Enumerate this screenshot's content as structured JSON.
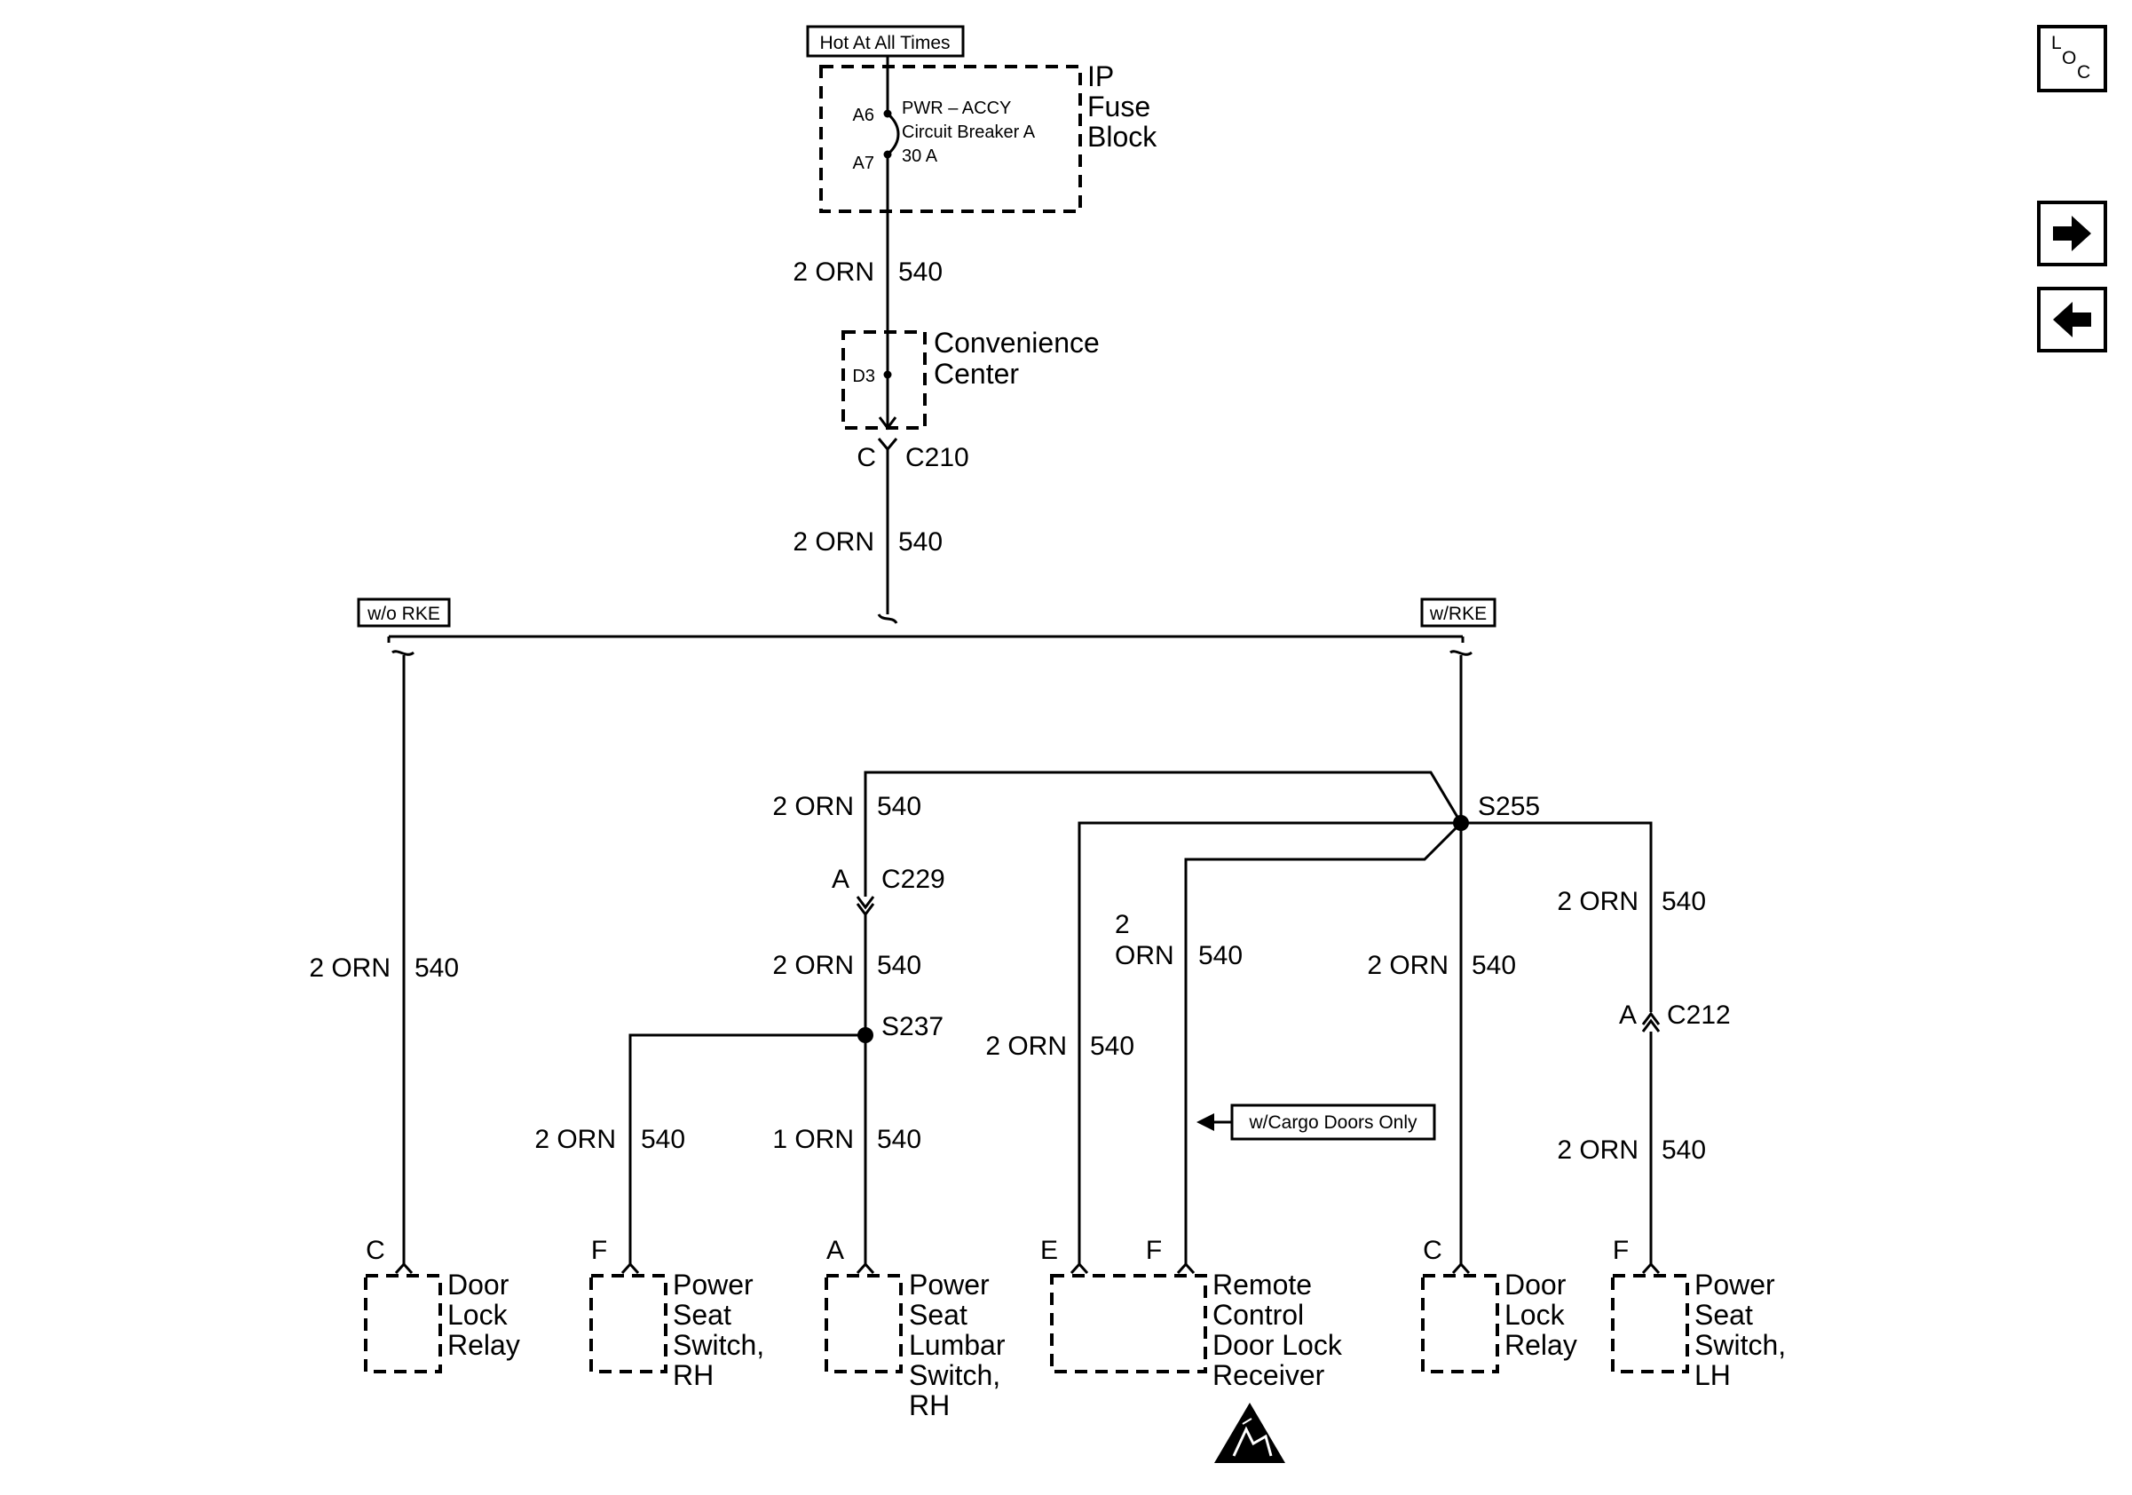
{
  "tags": {
    "hot": "Hot At All Times",
    "wo_rke": "w/o RKE",
    "w_rke": "w/RKE",
    "cargo": "w/Cargo Doors Only"
  },
  "ip_fuse_block": {
    "label_lines": [
      "IP",
      "Fuse",
      "Block"
    ],
    "pin_top": "A6",
    "pin_bottom": "A7",
    "breaker_lines": [
      "PWR – ACCY",
      "Circuit Breaker A",
      "30 A"
    ]
  },
  "convenience_center": {
    "label_lines": [
      "Convenience",
      "Center"
    ],
    "pin": "D3"
  },
  "connectors": {
    "c210": {
      "pin": "C",
      "name": "C210"
    },
    "c229": {
      "pin": "A",
      "name": "C229"
    },
    "c212": {
      "pin": "A",
      "name": "C212"
    }
  },
  "splices": {
    "s255": "S255",
    "s237": "S237"
  },
  "wire_labels": {
    "size_color": "2 ORN",
    "size_color_1": "1 ORN",
    "circuit": "540",
    "stacked_size": "2",
    "stacked_color": "ORN"
  },
  "components": [
    {
      "pin": "C",
      "label_lines": [
        "Door",
        "Lock",
        "Relay"
      ]
    },
    {
      "pin": "F",
      "label_lines": [
        "Power",
        "Seat",
        "Switch,",
        "RH"
      ]
    },
    {
      "pin": "A",
      "label_lines": [
        "Power",
        "Seat",
        "Lumbar",
        "Switch,",
        "RH"
      ]
    },
    {
      "pins": [
        "E",
        "F"
      ],
      "label_lines": [
        "Remote",
        "Control",
        "Door Lock",
        "Receiver"
      ]
    },
    {
      "pin": "C",
      "label_lines": [
        "Door",
        "Lock",
        "Relay"
      ]
    },
    {
      "pin": "F",
      "label_lines": [
        "Power",
        "Seat",
        "Switch,",
        "LH"
      ]
    }
  ],
  "nav": {
    "loc": {
      "l": "L",
      "o": "O",
      "c": "C"
    },
    "next_icon": "arrow-right-icon",
    "prev_icon": "arrow-left-icon"
  },
  "esd_icon": "esd-warning-icon"
}
